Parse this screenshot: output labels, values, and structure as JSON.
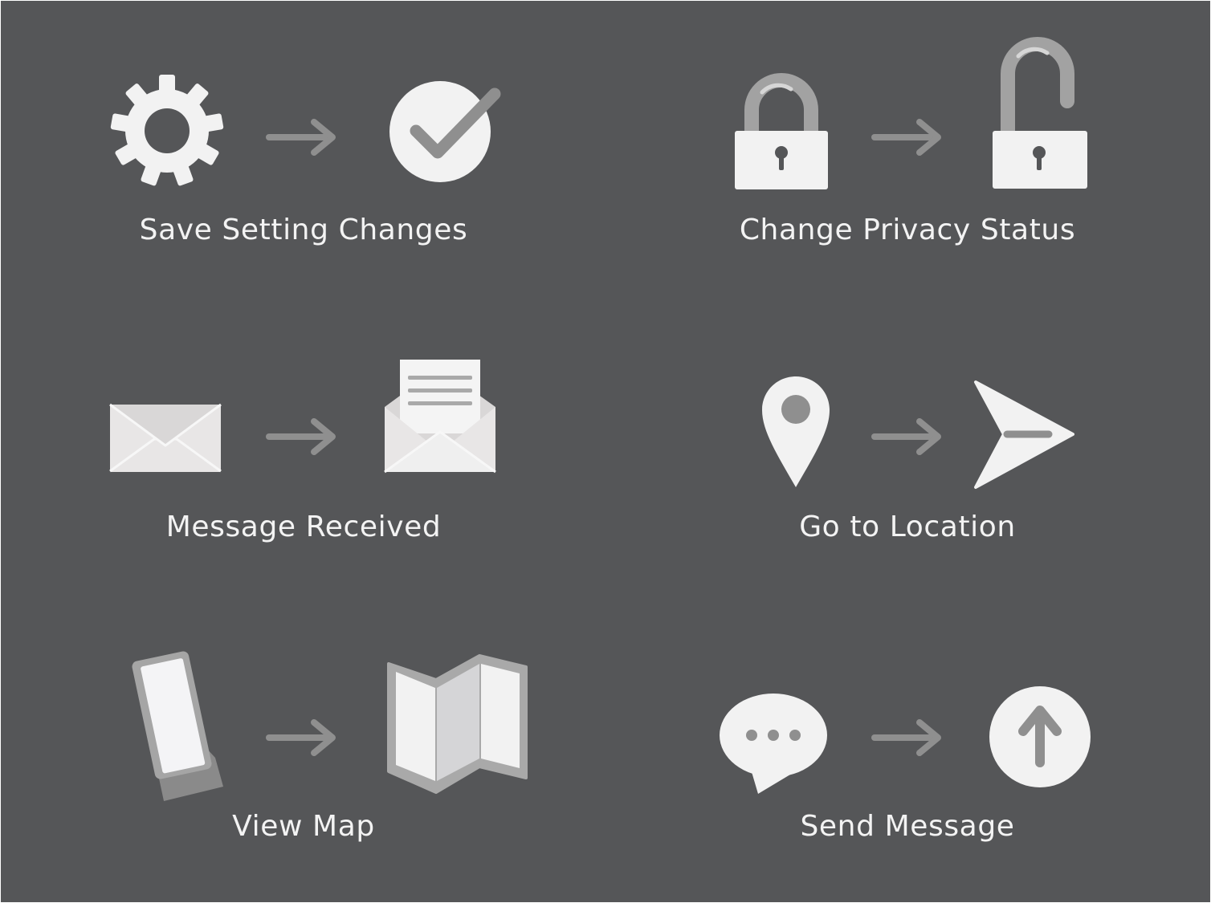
{
  "colors": {
    "background": "#555658",
    "icon_fill": "#f2f2f2",
    "icon_mid": "#9a9a9a",
    "arrow": "#8f8f8f",
    "label_text": "#f3f3f3"
  },
  "cards": [
    {
      "label": "Save Setting Changes",
      "from_icon": "gear-icon",
      "to_icon": "check-circle-icon"
    },
    {
      "label": "Change Privacy Status",
      "from_icon": "lock-closed-icon",
      "to_icon": "lock-open-icon"
    },
    {
      "label": "Message Received",
      "from_icon": "envelope-closed-icon",
      "to_icon": "envelope-open-icon"
    },
    {
      "label": "Go to Location",
      "from_icon": "map-pin-icon",
      "to_icon": "navigation-arrow-icon"
    },
    {
      "label": "View Map",
      "from_icon": "folded-map-icon",
      "to_icon": "unfolded-map-icon"
    },
    {
      "label": "Send Message",
      "from_icon": "chat-bubble-icon",
      "to_icon": "upload-circle-icon"
    }
  ]
}
